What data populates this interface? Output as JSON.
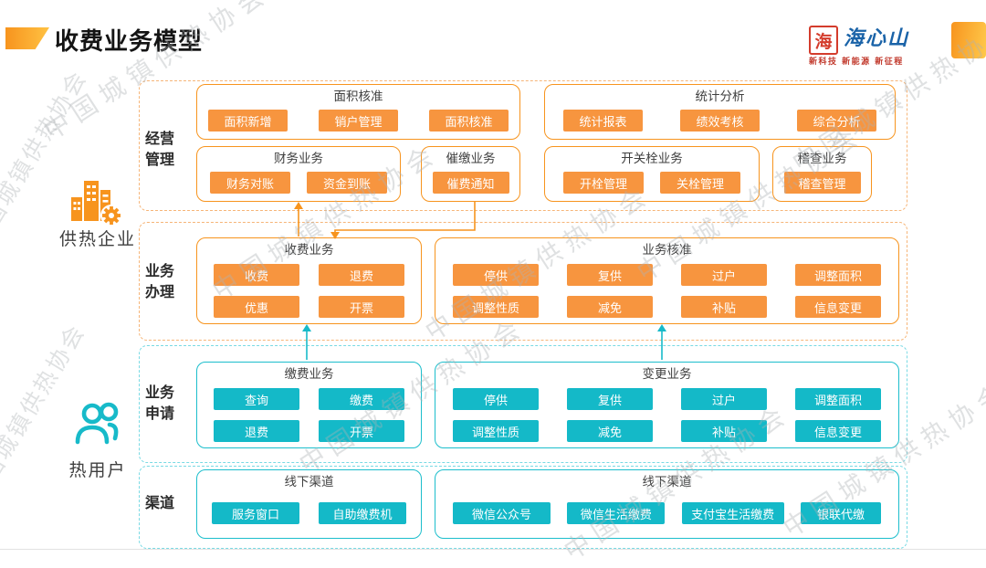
{
  "colors": {
    "orange": "#F7941E",
    "teal": "#17BAC9"
  },
  "header": {
    "title": "收费业务模型"
  },
  "logo": {
    "seal": "海",
    "brand": "海心山",
    "tagline": "新科技 新能源 新征程"
  },
  "watermark": {
    "text": "中国城镇供热协会"
  },
  "actors": {
    "company": {
      "label": "供热企业"
    },
    "user": {
      "label": "热用户"
    }
  },
  "sections": [
    {
      "id": "operations-management",
      "label": "经营管理",
      "groups": [
        {
          "title": "面积核准",
          "buttons": [
            "面积新增",
            "销户管理",
            "面积核准"
          ]
        },
        {
          "title": "统计分析",
          "buttons": [
            "统计报表",
            "绩效考核",
            "综合分析"
          ]
        },
        {
          "title": "财务业务",
          "buttons": [
            "财务对账",
            "资金到账"
          ]
        },
        {
          "title": "催缴业务",
          "buttons": [
            "催费通知"
          ]
        },
        {
          "title": "开关栓业务",
          "buttons": [
            "开栓管理",
            "关栓管理"
          ]
        },
        {
          "title": "稽查业务",
          "buttons": [
            "稽查管理"
          ]
        }
      ]
    },
    {
      "id": "business-handling",
      "label": "业务办理",
      "groups": [
        {
          "title": "收费业务",
          "buttons": [
            "收费",
            "退费",
            "优惠",
            "开票"
          ]
        },
        {
          "title": "业务核准",
          "buttons": [
            "停供",
            "复供",
            "过户",
            "调整面积",
            "调整性质",
            "减免",
            "补贴",
            "信息变更"
          ]
        }
      ]
    },
    {
      "id": "business-application",
      "label": "业务申请",
      "groups": [
        {
          "title": "缴费业务",
          "buttons": [
            "查询",
            "缴费",
            "退费",
            "开票"
          ]
        },
        {
          "title": "变更业务",
          "buttons": [
            "停供",
            "复供",
            "过户",
            "调整面积",
            "调整性质",
            "减免",
            "补贴",
            "信息变更"
          ]
        }
      ]
    },
    {
      "id": "channels",
      "label": "渠道",
      "groups": [
        {
          "title": "线下渠道",
          "buttons": [
            "服务窗口",
            "自助缴费机"
          ]
        },
        {
          "title": "线下渠道",
          "buttons": [
            "微信公众号",
            "微信生活缴费",
            "支付宝生活缴费",
            "银联代缴"
          ]
        }
      ]
    }
  ]
}
